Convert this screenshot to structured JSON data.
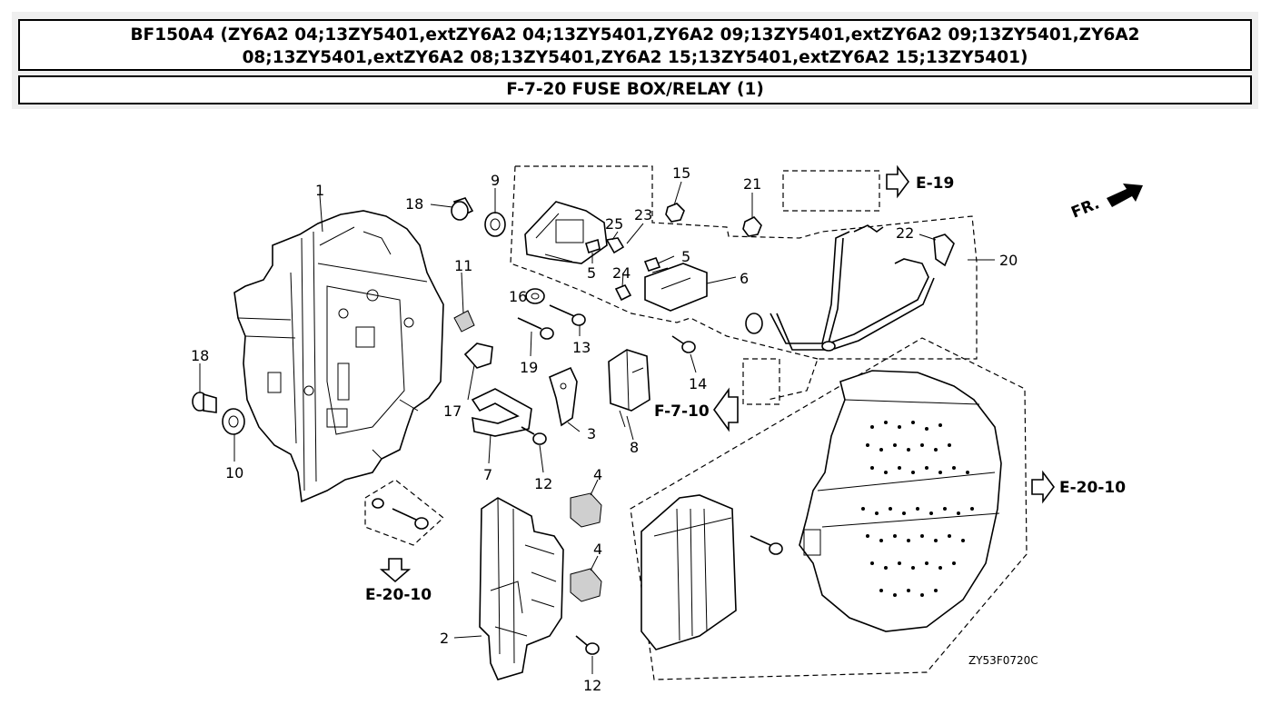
{
  "header": {
    "model_line1": "BF150A4 (ZY6A2 04;13ZY5401,extZY6A2 04;13ZY5401,ZY6A2 09;13ZY5401,extZY6A2 09;13ZY5401,ZY6A2",
    "model_line2": "08;13ZY5401,extZY6A2 08;13ZY5401,ZY6A2 15;13ZY5401,extZY6A2 15;13ZY5401)",
    "section_title": "F-7-20 FUSE BOX/RELAY (1)"
  },
  "diagram": {
    "part_labels": {
      "p1": "1",
      "p2": "2",
      "p3": "3",
      "p4a": "4",
      "p4b": "4",
      "p5a": "5",
      "p5b": "5",
      "p6": "6",
      "p7": "7",
      "p8": "8",
      "p9": "9",
      "p10": "10",
      "p11": "11",
      "p12a": "12",
      "p12b": "12",
      "p13": "13",
      "p14": "14",
      "p15": "15",
      "p16": "16",
      "p17": "17",
      "p18a": "18",
      "p18b": "18",
      "p19": "19",
      "p20": "20",
      "p21": "21",
      "p22": "22",
      "p23": "23",
      "p24": "24",
      "p25": "25"
    },
    "references": {
      "e19": "E-19",
      "e2010_left": "E-20-10",
      "e2010_right": "E-20-10",
      "f710": "F-7-10"
    },
    "front_indicator": "FR.",
    "drawing_code": "ZY53F0720C"
  }
}
